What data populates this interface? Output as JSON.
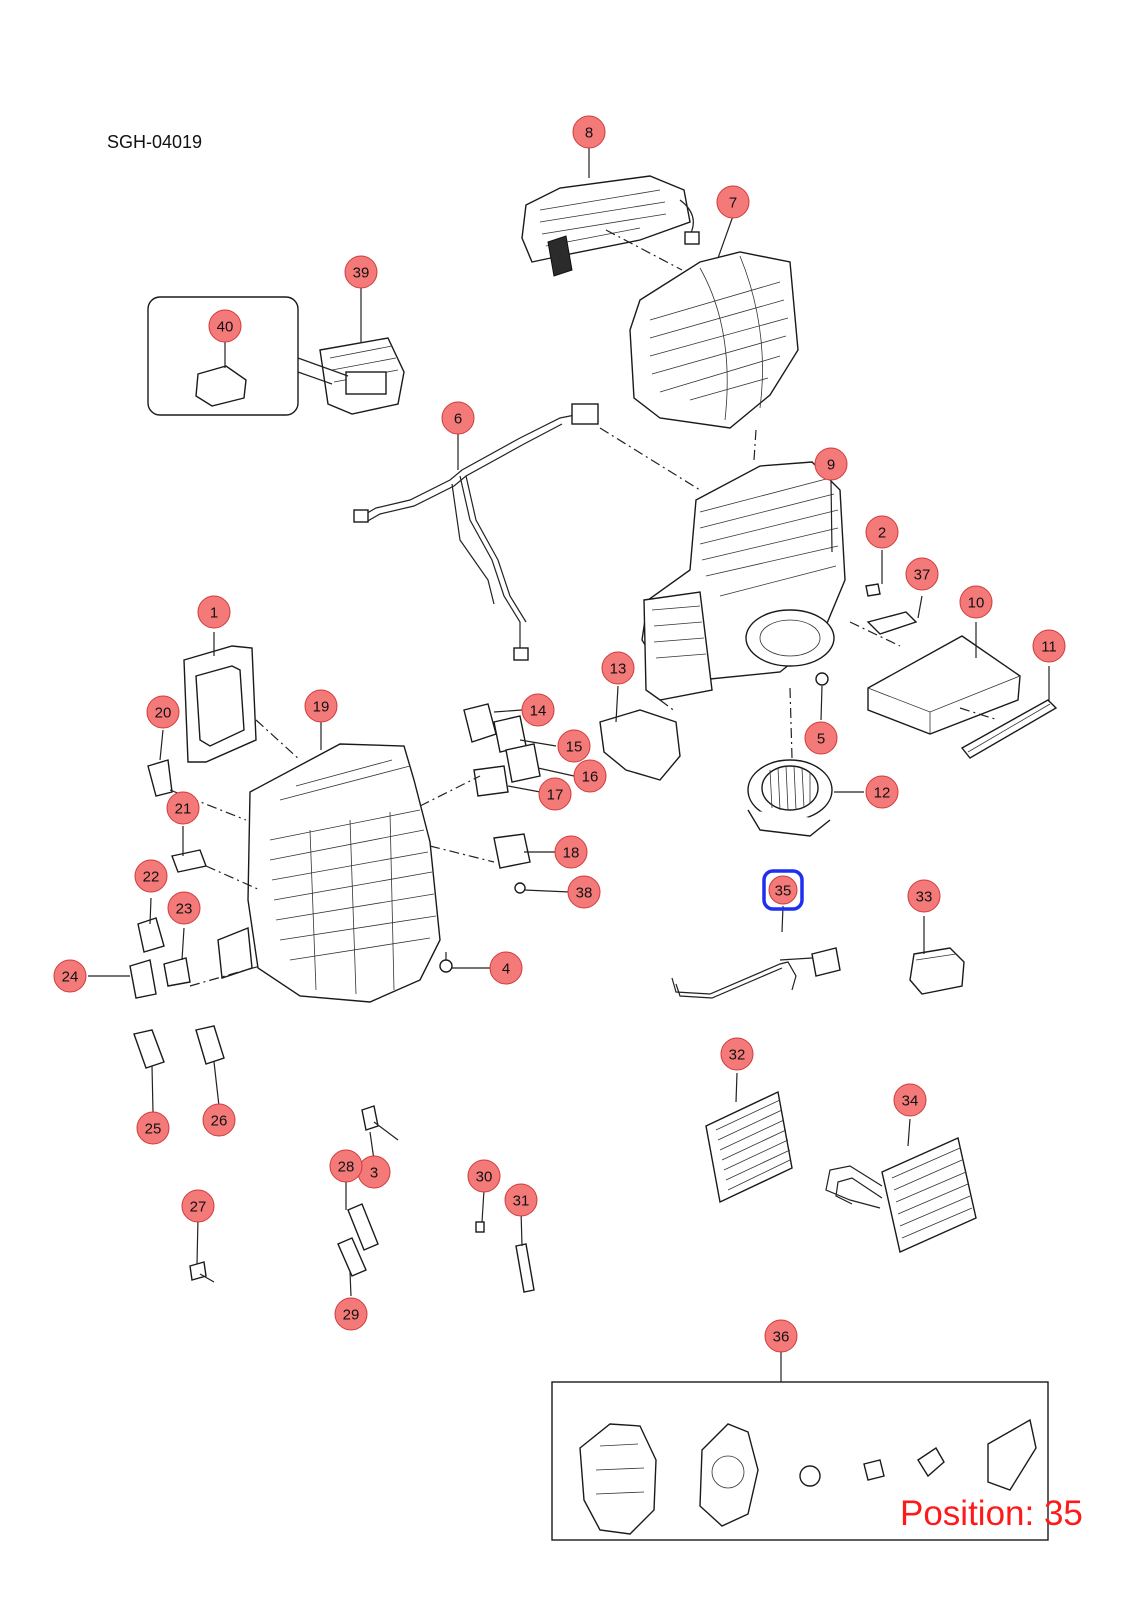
{
  "diagram_code": "SGH-04019",
  "position_label": "Position: 35",
  "selected_callout": "35",
  "highlight_color": "#1f2ff0",
  "callout_color": "#f47a7a",
  "callouts": [
    "1",
    "2",
    "3",
    "4",
    "5",
    "6",
    "7",
    "8",
    "9",
    "10",
    "11",
    "12",
    "13",
    "14",
    "15",
    "16",
    "17",
    "18",
    "19",
    "20",
    "21",
    "22",
    "23",
    "24",
    "25",
    "26",
    "27",
    "28",
    "29",
    "30",
    "31",
    "32",
    "33",
    "34",
    "35",
    "36",
    "37",
    "38",
    "39",
    "40"
  ]
}
